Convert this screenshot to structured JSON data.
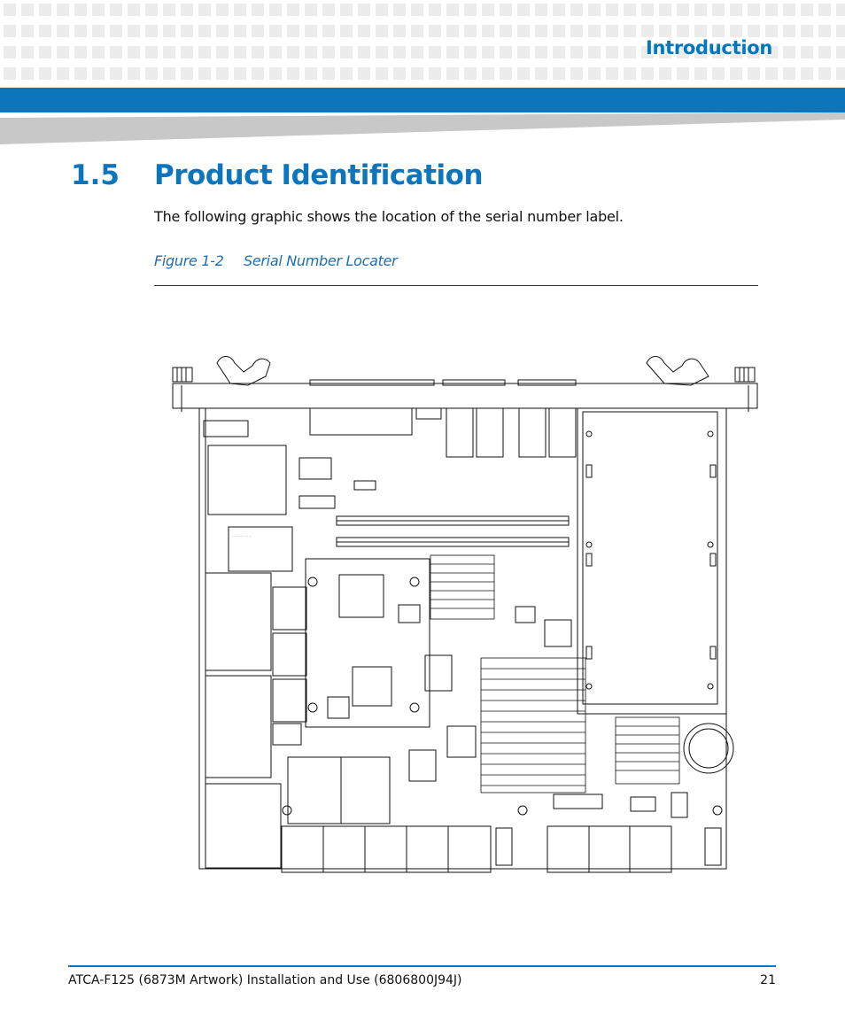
{
  "header": {
    "section": "Introduction"
  },
  "heading": {
    "number": "1.5",
    "title": "Product Identification"
  },
  "body": {
    "intro": "The following graphic shows the location of the serial number label."
  },
  "figure": {
    "label": "Figure 1-2",
    "title": "Serial Number Locater"
  },
  "footer": {
    "doc_title": "ATCA-F125 (6873M Artwork) Installation and Use (6806800J94J)",
    "page_number": "21"
  },
  "colors": {
    "accent": "#0d75bc",
    "heading": "#0d75bc",
    "caption": "#1a6fb5",
    "dot_pattern": "#ececec",
    "wedge": "#c8c8c8"
  },
  "icons": {
    "board_drawing": "pcb-line-drawing"
  }
}
